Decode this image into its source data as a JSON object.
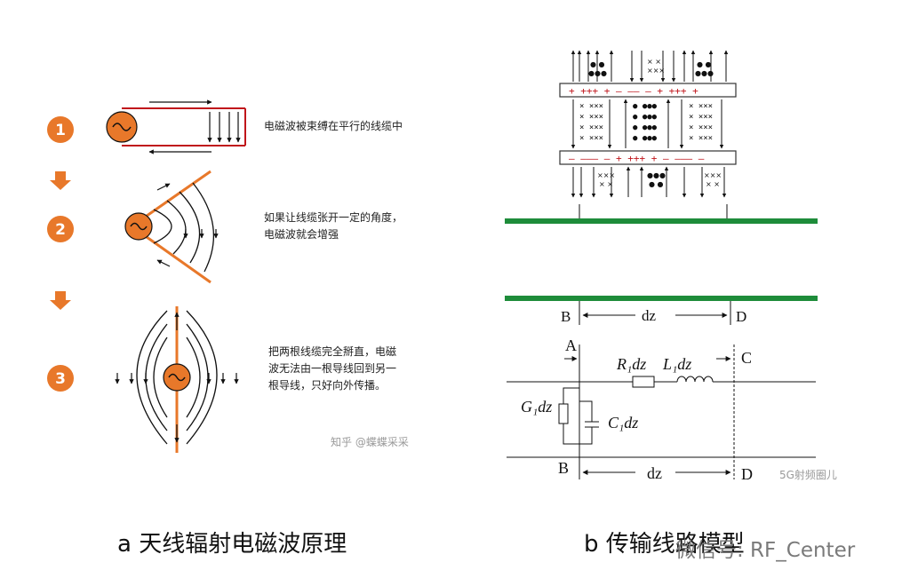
{
  "panel_a": {
    "steps": [
      "1",
      "2",
      "3"
    ],
    "notes": {
      "step1": "电磁波被束缚在平行的线缆中",
      "step2_line1": "如果让线缆张开一定的角度，",
      "step2_line2": "电磁波就会增强",
      "step3_line1": "把两根线缆完全掰直，电磁",
      "step3_line2": "波无法由一根导线回到另一",
      "step3_line3": "根导线，只好向外传播。"
    },
    "watermark": "知乎 @蝶蝶采采",
    "caption": "a 天线辐射电磁波原理",
    "colors": {
      "accent": "#E8782A",
      "wire": "#C0151B",
      "arrow": "#111111"
    }
  },
  "panel_b": {
    "labels": {
      "B_top": "B",
      "dz_top": "dz",
      "D_top": "D",
      "A": "A",
      "C": "C",
      "R": "R₁dz",
      "L": "L₁dz",
      "G": "G₁dz",
      "Cap": "C₁dz",
      "B_bot": "B",
      "dz_bot": "dz",
      "D_bot": "D"
    },
    "charges_top": "+ +++ +  – –– –  + +++ +",
    "charges_bottom": "– ––– –  + +++ +  – ––– –",
    "watermark": "5G射频圈儿",
    "caption": "b 传输线路模型",
    "footer_watermark": "微信号: RF_Center",
    "colors": {
      "ground": "#1E8C3A",
      "plus": "#C0151B"
    }
  }
}
